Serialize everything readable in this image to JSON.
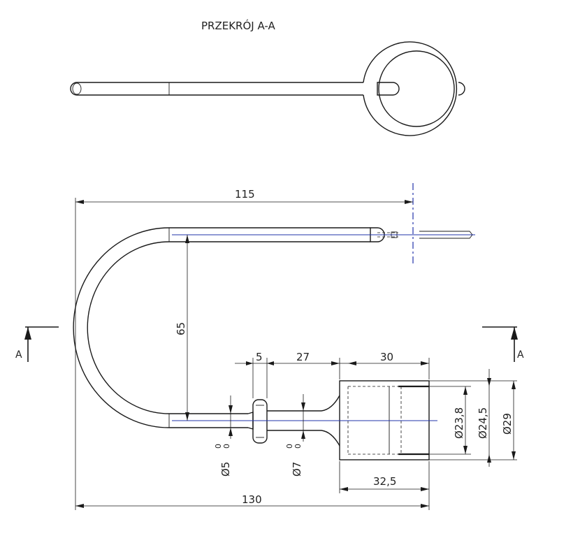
{
  "section_title": "PRZEKRÓJ A-A",
  "section_marker": "A",
  "dimensions": {
    "length_115": "115",
    "height_65": "65",
    "width_5": "5",
    "length_27": "27",
    "length_30": "30",
    "dia_23_8": "Ø23,8",
    "dia_24_5": "Ø24,5",
    "dia_29": "Ø29",
    "dia_5": "Ø5",
    "dia_7": "Ø7",
    "tol_5": [
      "0",
      "0"
    ],
    "tol_7": [
      "0",
      "0"
    ],
    "length_32_5": "32,5",
    "length_130": "130"
  },
  "colors": {
    "outline": "#1a1a1a",
    "center_line": "#2233aa",
    "background": "#ffffff"
  }
}
